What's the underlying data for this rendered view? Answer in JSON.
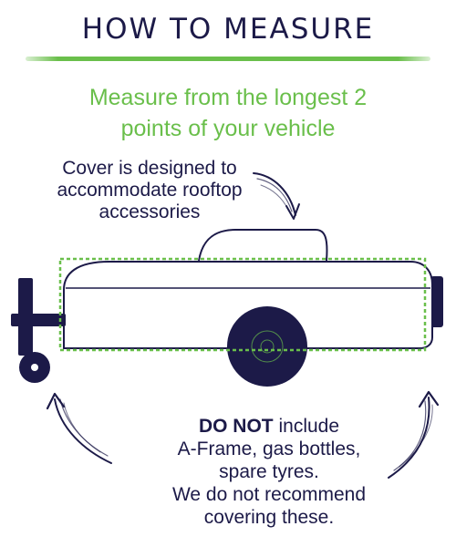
{
  "title": "HOW TO MEASURE",
  "subtitle_line1": "Measure from the longest 2",
  "subtitle_line2": "points of your vehicle",
  "top_note": [
    "Cover is designed to",
    "accommodate rooftop",
    "accessories"
  ],
  "bottom_note": {
    "emphasis": "DO NOT",
    "line1_rest": " include",
    "line2": "A-Frame, gas bottles,",
    "line3": "spare tyres.",
    "line4": "We do not recommend",
    "line5": "covering these."
  },
  "colors": {
    "navy": "#1c1a48",
    "green": "#6abf4b"
  }
}
